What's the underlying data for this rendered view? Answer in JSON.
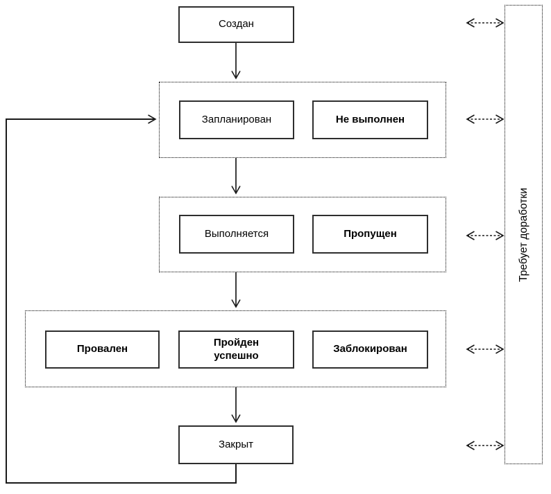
{
  "diagram": {
    "kind": "test-status-flowchart",
    "nodes": {
      "created": {
        "label": "Создан"
      },
      "planned": {
        "label": "Запланирован"
      },
      "not_executed": {
        "label": "Не выполнен"
      },
      "executing": {
        "label": "Выполняется"
      },
      "skipped": {
        "label": "Пропущен"
      },
      "failed": {
        "label": "Провален"
      },
      "passed": {
        "label": "Пройден\nуспешно"
      },
      "blocked": {
        "label": "Заблокирован"
      },
      "closed": {
        "label": "Закрыт"
      },
      "rework": {
        "label": "Требует доработки"
      }
    },
    "edges": [
      "created -> planned-group",
      "planned-group -> executing-group",
      "executing-group -> result-group",
      "result-group -> closed",
      "closed -> planned-group (feedback loop)",
      "created <-> rework (dashed)",
      "planned-group <-> rework (dashed)",
      "executing-group <-> rework (dashed)",
      "result-group <-> rework (dashed)",
      "closed <-> rework (dashed)"
    ],
    "colors": {
      "line": "#1a1a1a",
      "box_border": "#2e2e2e",
      "background": "#ffffff",
      "text": "#000000"
    }
  }
}
